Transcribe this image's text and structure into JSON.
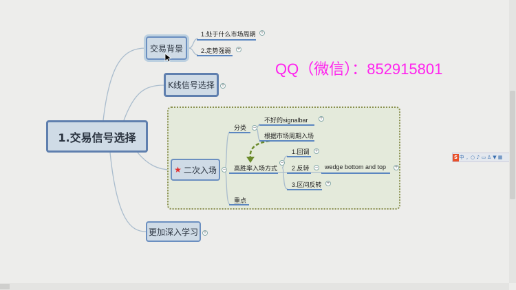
{
  "central": "1.交易信号选择",
  "topics": {
    "bg": {
      "label": "交易背景",
      "children": [
        "1.处于什么市场周期",
        "2.走势强弱"
      ]
    },
    "kline": {
      "label": "K线信号选择"
    },
    "second": {
      "label": "二次入场",
      "star": "star-icon",
      "classify": {
        "label": "分类",
        "children": [
          "不好的signalbar",
          "根据市场周期入场"
        ]
      },
      "method": {
        "label": "高胜率入场方式",
        "children": [
          "1.回调",
          "2.反转",
          "3.区间反转"
        ],
        "reversal_child": "wedge bottom and top"
      },
      "key": "重点"
    },
    "deeper": {
      "label": "更加深入学习"
    }
  },
  "watermark": "QQ（微信）：852915801",
  "colors": {
    "accent": "#6b8fc0",
    "boundary": "#e4eadb",
    "watermark": "#ff22ee"
  }
}
